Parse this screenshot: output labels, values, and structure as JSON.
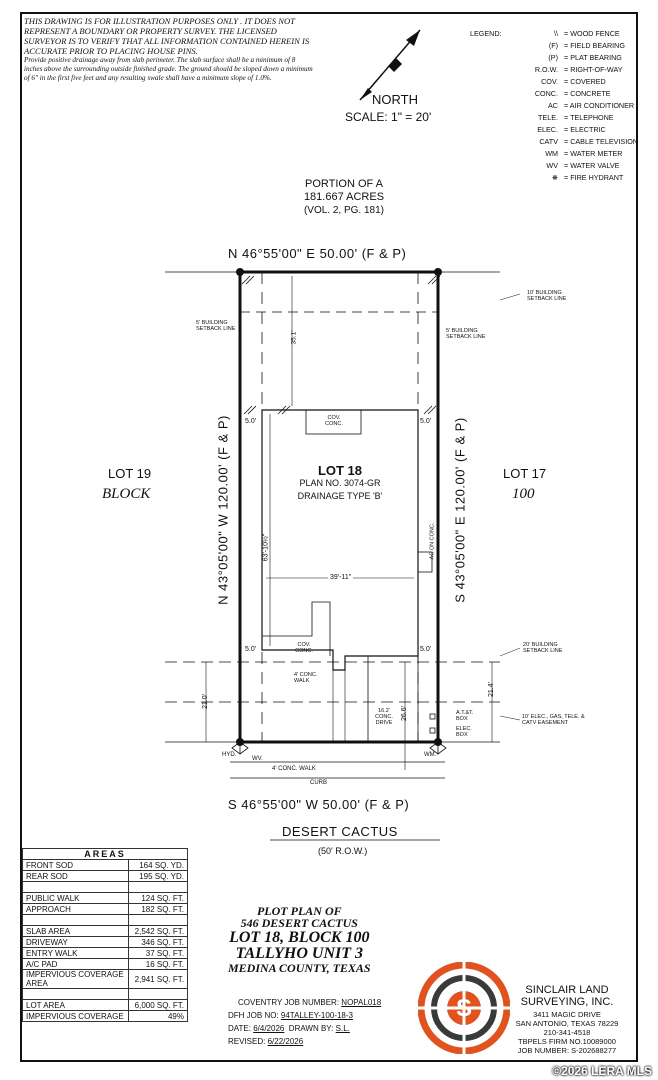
{
  "disclaimer": {
    "main": "THIS DRAWING IS FOR ILLUSTRATION PURPOSES ONLY . IT DOES NOT REPRESENT A BOUNDARY OR PROPERTY SURVEY. THE LICENSED SURVEYOR IS TO VERIFY THAT ALL INFORMATION CONTAINED HEREIN IS ACCURATE PRIOR TO PLACING HOUSE PINS.",
    "note": "Provide positive drainage away from slab perimeter. The slab surface shall be a minimum of 8 inches above the surrounding outside finished grade. The ground should be sloped down a minimum of 6\" in the first five feet and any resulting swale shall have a minimum slope of 1.0%."
  },
  "north": {
    "label": "NORTH",
    "scale": "SCALE:  1\" = 20'"
  },
  "legend": {
    "title": "LEGEND:",
    "items": [
      {
        "code": "\\\\",
        "desc": "= WOOD FENCE"
      },
      {
        "code": "(F)",
        "desc": "= FIELD BEARING"
      },
      {
        "code": "(P)",
        "desc": "= PLAT BEARING"
      },
      {
        "code": "R.O.W.",
        "desc": "= RIGHT-OF-WAY"
      },
      {
        "code": "COV.",
        "desc": "= COVERED"
      },
      {
        "code": "CONC.",
        "desc": "= CONCRETE"
      },
      {
        "code": "AC",
        "desc": "= AIR CONDITIONER"
      },
      {
        "code": "TELE.",
        "desc": "= TELEPHONE"
      },
      {
        "code": "ELEC.",
        "desc": "= ELECTRIC"
      },
      {
        "code": "CATV",
        "desc": "= CABLE TELEVISION"
      },
      {
        "code": "WM",
        "desc": "= WATER METER"
      },
      {
        "code": "WV",
        "desc": "= WATER VALVE"
      },
      {
        "code": "",
        "desc": "= FIRE HYDRANT"
      }
    ]
  },
  "portion": {
    "line1": "PORTION OF A",
    "line2": "181.667 ACRES",
    "line3": "(VOL. 2, PG. 181)"
  },
  "bearings": {
    "north": "N 46°55'00\" E 50.00' (F & P)",
    "south": "S 46°55'00\" W 50.00' (F & P)",
    "west": "N 43°05'00\" W 120.00' (F & P)",
    "east": "S 43°05'00\" E 120.00' (F & P)"
  },
  "lots": {
    "west": "LOT 19",
    "west_block": "BLOCK",
    "east": "LOT 17",
    "east_num": "100"
  },
  "lot": {
    "title": "LOT 18",
    "plan": "PLAN NO. 3074-GR",
    "drainage": "DRAINAGE TYPE 'B'"
  },
  "labels": {
    "rear_setback": "10' BUILDING SETBACK LINE",
    "side_setback_l": "5' BUILDING SETBACK LINE",
    "side_setback_r": "5' BUILDING SETBACK LINE",
    "front_setback": "20' BUILDING SETBACK LINE",
    "easement": "10' ELEC., GAS, TELE. & CATV EASEMENT",
    "cov_conc_top": "COV. CONC.",
    "cov_conc_bottom": "COV. CONC.",
    "ac_pad": "AC ON CONC.",
    "conc_walk": "4' CONC. WALK",
    "conc_drive": "16.2' CONC. DRIVE",
    "sidewalk": "4' CONC. WALK",
    "curb": "CURB",
    "att_box": "A.T.&T. BOX",
    "elec_box": "ELEC. BOX",
    "hyd": "HYD.",
    "wv": "WV.",
    "wm": "WM.",
    "d_rear": "35.1'",
    "d_side_l_top": "5.0'",
    "d_side_r_top": "5.0'",
    "d_side_l_bot": "5.0'",
    "d_side_r_bot": "5.0'",
    "d_depth": "63'-10½\"",
    "d_width": "39'-11\"",
    "d_front_l": "21.0'",
    "d_front_r": "21.4'",
    "d_drive": "26.6'"
  },
  "street": {
    "name": "DESERT CACTUS",
    "row": "(50' R.O.W.)"
  },
  "areas": {
    "title": "AREAS",
    "rows": [
      {
        "label": "FRONT SOD",
        "value": "164 SQ. YD."
      },
      {
        "label": "REAR SOD",
        "value": "195 SQ. YD."
      },
      {
        "label": "",
        "value": ""
      },
      {
        "label": "PUBLIC WALK",
        "value": "124 SQ. FT."
      },
      {
        "label": "APPROACH",
        "value": "182 SQ. FT."
      },
      {
        "label": "",
        "value": ""
      },
      {
        "label": "SLAB AREA",
        "value": "2,542 SQ. FT."
      },
      {
        "label": "DRIVEWAY",
        "value": "346 SQ. FT."
      },
      {
        "label": "ENTRY WALK",
        "value": "37 SQ. FT."
      },
      {
        "label": "A/C PAD",
        "value": "16 SQ. FT."
      },
      {
        "label": "IMPERVIOUS COVERAGE AREA",
        "value": "2,941 SQ. FT."
      },
      {
        "label": "",
        "value": ""
      },
      {
        "label": "LOT AREA",
        "value": "6,000 SQ. FT."
      },
      {
        "label": "IMPERVIOUS COVERAGE",
        "value": "49%"
      }
    ]
  },
  "title": {
    "l1": "PLOT PLAN OF",
    "l2": "546 DESERT CACTUS",
    "l3": "LOT 18, BLOCK 100",
    "l4": "TALLYHO UNIT 3",
    "l5": "MEDINA COUNTY, TEXAS"
  },
  "job": {
    "coventry_label": "COVENTRY JOB NUMBER:",
    "coventry": "NOPAL018",
    "dfh_label": "DFH JOB NO:",
    "dfh": "94TALLEY-100-18-3",
    "date_label": "DATE:",
    "date": "6/4/2026",
    "drawn_label": "DRAWN BY:",
    "drawn": "S.L.",
    "revised_label": "REVISED:",
    "revised": "6/22/2026"
  },
  "company": {
    "name1": "SINCLAIR LAND",
    "name2": "SURVEYING, INC.",
    "addr1": "3411 MAGIC DRIVE",
    "addr2": "SAN ANTONIO, TEXAS 78229",
    "phone": "210-341-4518",
    "firm": "TBPELS FIRM NO.10089000",
    "job": "JOB NUMBER: S-202688277",
    "logo_letter": "S",
    "colors": {
      "orange": "#e0531f",
      "dark": "#3a3a3a"
    }
  },
  "watermark": "©2026 LERA MLS"
}
